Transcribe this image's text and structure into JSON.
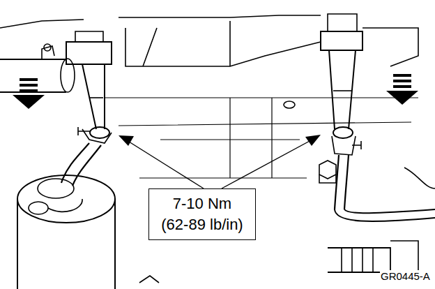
{
  "diagram": {
    "nodes": [
      {
        "text": [
          "7-10 Nm",
          "(62-89 lb/in)"
        ]
      }
    ],
    "labels": [
      "GR0445-A"
    ]
  }
}
